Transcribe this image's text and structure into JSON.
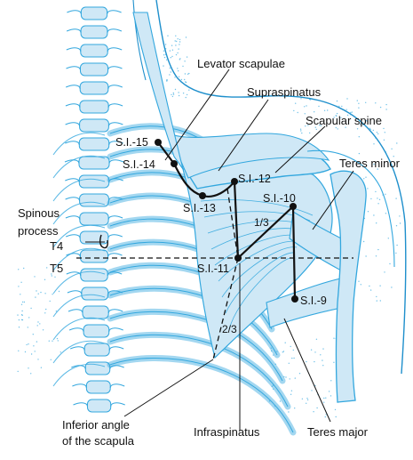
{
  "colors": {
    "anatomy_fill": "#cfe8f6",
    "anatomy_stroke": "#33a7de",
    "anatomy_dark": "#1e8fcc",
    "ink": "#111111",
    "background": "#ffffff"
  },
  "labels": {
    "levator_scapulae": "Levator scapulae",
    "supraspinatus": "Supraspinatus",
    "scapular_spine": "Scapular spine",
    "teres_minor": "Teres minor",
    "spinous_process_line1": "Spinous",
    "spinous_process_line2": "process",
    "t4": "T4",
    "t5": "T5",
    "inferior_angle_line1": "Inferior angle",
    "inferior_angle_line2": "of the scapula",
    "infraspinatus": "Infraspinatus",
    "teres_major": "Teres major",
    "one_third": "1/3",
    "two_thirds": "2/3"
  },
  "points": {
    "si15": "S.I.-15",
    "si14": "S.I.-14",
    "si13": "S.I.-13",
    "si12": "S.I.-12",
    "si10": "S.I.-10",
    "si11": "S.I.-11",
    "si9": "S.I.-9"
  }
}
